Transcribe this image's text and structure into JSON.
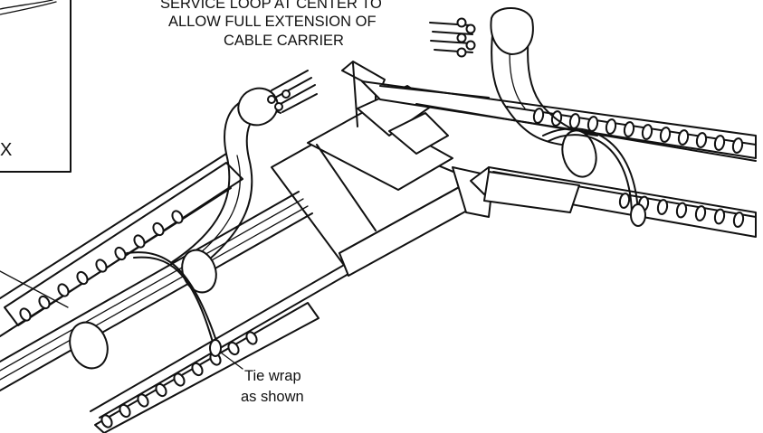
{
  "callouts": {
    "service_loop_line1": "SERVICE LOOP AT CENTER TO",
    "service_loop_line2": "ALLOW FULL EXTENSION OF",
    "service_loop_line3": "CABLE CARRIER",
    "tie_wrap_line1": "Tie wrap",
    "tie_wrap_line2": "as shown",
    "inset_fragment": "X"
  },
  "colors": {
    "ink": "#111111",
    "paper": "#ffffff"
  },
  "icons": [
    "cable-bundle-icon",
    "tie-wrap-icon",
    "cable-carrier-icon"
  ]
}
